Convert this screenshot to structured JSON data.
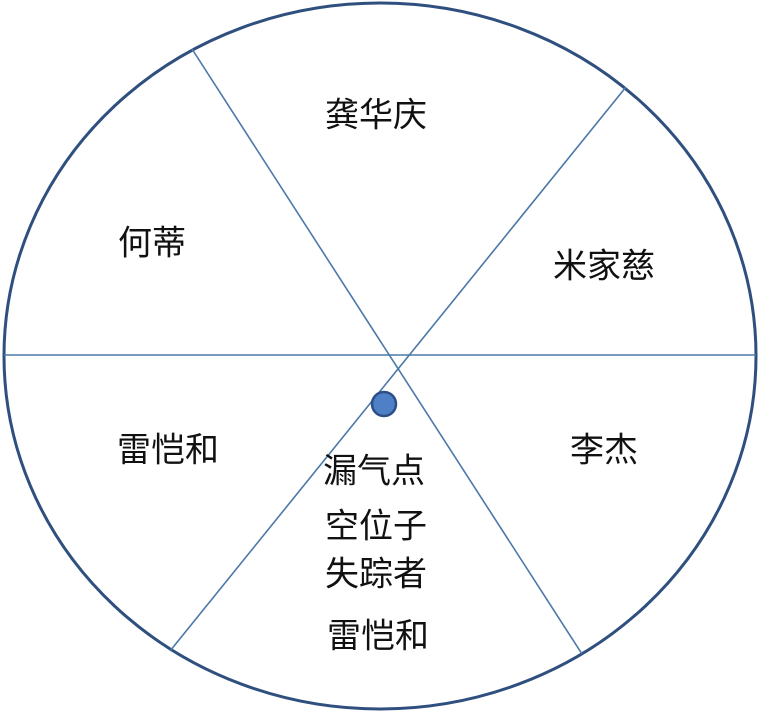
{
  "wheel": {
    "segments": {
      "top": "龚华庆",
      "upper_right": "米家慈",
      "lower_right": "李杰",
      "upper_left": "何蒂",
      "lower_left": "雷恺和",
      "bottom": [
        "漏气点",
        "空位子",
        "失踪者",
        "雷恺和"
      ]
    },
    "colors": {
      "outline": "#2f4f7f",
      "divider": "#4a78a8",
      "marker": "#4f7fc6",
      "text": "#111111"
    }
  }
}
